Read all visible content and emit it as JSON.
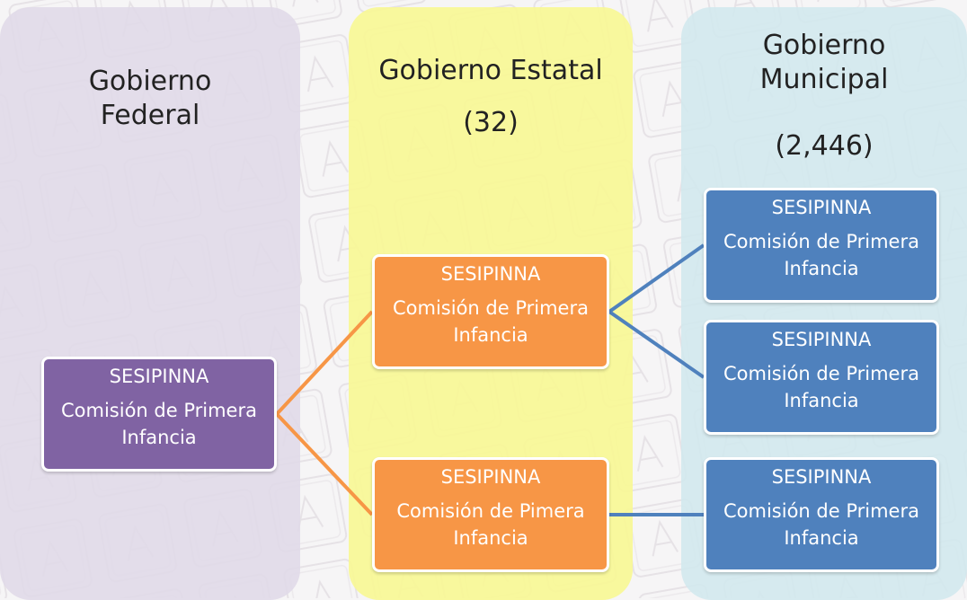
{
  "colors": {
    "federal_bg": "#e1dae8",
    "estatal_bg": "#f8f796",
    "municipal_bg": "#d2e8ee",
    "federal_box": "#8063a3",
    "estatal_box": "#f79646",
    "municipal_box": "#4f81bd"
  },
  "columns": {
    "federal": {
      "title": "Gobierno\nFederal"
    },
    "estatal": {
      "title": "Gobierno Estatal",
      "count": "(32)"
    },
    "municipal": {
      "title": "Gobierno\nMunicipal",
      "count": "(2,446)"
    }
  },
  "boxes": {
    "federal": {
      "line1": "SESIPINNA",
      "line2": "Comisión de Primera Infancia"
    },
    "estatal_1": {
      "line1": "SESIPINNA",
      "line2": "Comisión de Primera Infancia"
    },
    "estatal_2": {
      "line1": "SESIPINNA",
      "line2": "Comisión de Pimera Infancia"
    },
    "municipal_1": {
      "line1": "SESIPINNA",
      "line2": "Comisión de Primera Infancia"
    },
    "municipal_2": {
      "line1": "SESIPINNA",
      "line2": "Comisión de Primera Infancia"
    },
    "municipal_3": {
      "line1": "SESIPINNA",
      "line2": "Comisión de Primera Infancia"
    }
  }
}
